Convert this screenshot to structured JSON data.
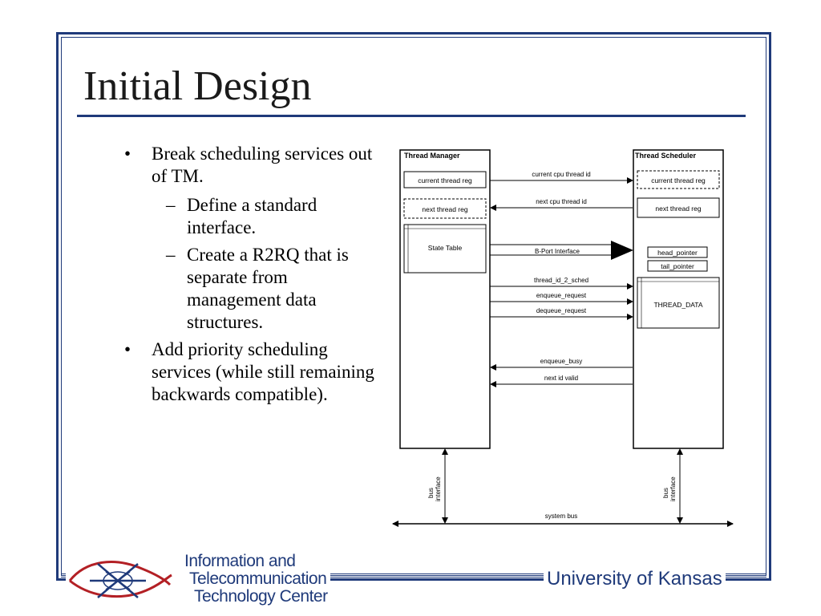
{
  "slide": {
    "title": "Initial Design",
    "bullets": [
      {
        "level": 1,
        "text": "Break scheduling services out of TM."
      },
      {
        "level": 2,
        "text": "Define a standard interface."
      },
      {
        "level": 2,
        "text": "Create a R2RQ that is separate from management data structures."
      },
      {
        "level": 1,
        "text": "Add priority scheduling services (while still remaining backwards compatible)."
      }
    ],
    "bullet_mark": "•",
    "sub_mark": "–"
  },
  "diagram": {
    "thread_manager": {
      "title": "Thread Manager",
      "current_thread_reg": "current thread reg",
      "next_thread_reg": "next thread reg",
      "state_table": "State Table"
    },
    "thread_scheduler": {
      "title": "Thread Scheduler",
      "current_thread_reg": "current thread reg",
      "next_thread_reg": "next thread reg",
      "head_pointer": "head_pointer",
      "tail_pointer": "tail_pointer",
      "thread_data": "THREAD_DATA"
    },
    "signals": {
      "current_cpu_thread_id": "current cpu thread id",
      "next_cpu_thread_id": "next cpu thread id",
      "bport_interface": "B-Port Interface",
      "thread_id_2_sched": "thread_id_2_sched",
      "enqueue_request": "enqueue_request",
      "dequeue_request": "dequeue_request",
      "enqueue_busy": "enqueue_busy",
      "next_id_valid": "next id valid"
    },
    "bus": {
      "left_interface_1": "bus",
      "left_interface_2": "interface",
      "right_interface_1": "bus",
      "right_interface_2": "interface",
      "system_bus": "system bus"
    }
  },
  "footer": {
    "university": "University of Kansas",
    "logo_line1": "Information and",
    "logo_line2": "Telecommunication",
    "logo_line3": "Technology Center"
  },
  "colors": {
    "frame": "#1f3a7a",
    "text": "#000000"
  }
}
